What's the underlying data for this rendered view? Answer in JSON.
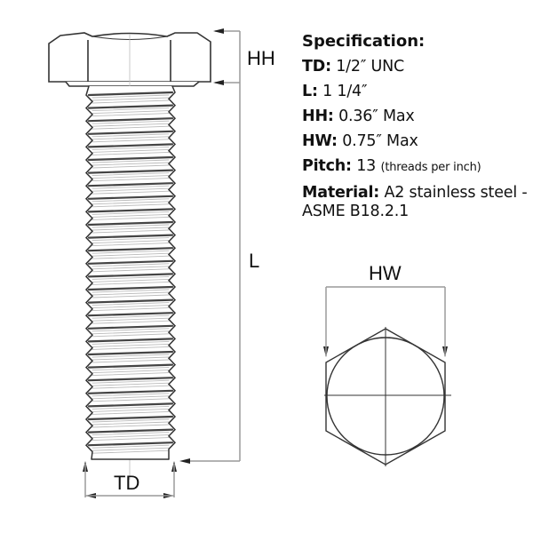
{
  "spec": {
    "title": "Specification:",
    "rows": [
      {
        "key": "TD:",
        "value": "1/2″ UNC"
      },
      {
        "key": "L:",
        "value": "1 1/4″"
      },
      {
        "key": "HH:",
        "value": "0.36″ Max"
      },
      {
        "key": "HW:",
        "value": "0.75″ Max"
      },
      {
        "key": "Pitch:",
        "value": "13",
        "note": "(threads per inch)"
      },
      {
        "key": "Material:",
        "value": "A2 stainless steel - ASME B18.2.1"
      }
    ]
  },
  "dimensions": {
    "head_height_label": "HH",
    "length_label": "L",
    "thread_diameter_label": "TD",
    "head_width_label": "HW"
  },
  "colors": {
    "line": "#333333",
    "dimension_line": "#9a9a9a",
    "thread_dark": "#444444",
    "thread_light": "#bbbbbb"
  }
}
